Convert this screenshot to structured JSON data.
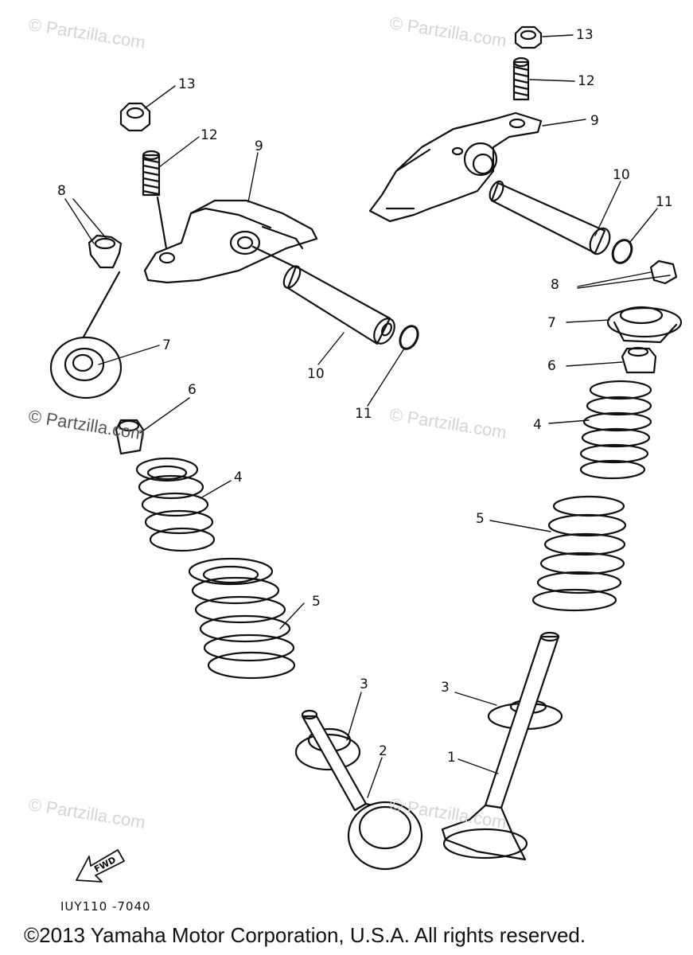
{
  "diagram": {
    "watermark": "© Partzilla.com",
    "drawing_code": "IUY110 -7040",
    "copyright": "©2013 Yamaha Motor Corporation, U.S.A. All rights reserved.",
    "fwd_label": "FWD",
    "callouts": {
      "c13a": "13",
      "c12a": "12",
      "c9a": "9",
      "c10a": "10",
      "c11a": "11",
      "c8a": "8",
      "c7a": "7",
      "c6a": "6",
      "c4a": "4",
      "c5a": "5",
      "c13b": "13",
      "c12b": "12",
      "c9b": "9",
      "c10b": "10",
      "c11b": "11",
      "c8b": "8",
      "c7b": "7",
      "c6b": "6",
      "c4b": "4",
      "c5b": "5",
      "c3a": "3",
      "c2": "2",
      "c3b": "3",
      "c1": "1"
    }
  }
}
